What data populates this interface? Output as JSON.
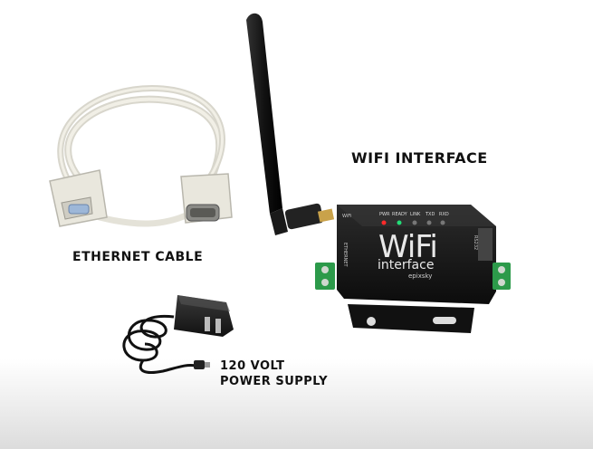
{
  "labels": {
    "wifi_interface": "WIFI INTERFACE",
    "ethernet_cable": "ETHERNET CABLE",
    "power_supply_line1": "120 VOLT",
    "power_supply_line2": "POWER SUPPLY"
  },
  "device": {
    "logo_main": "WiFi",
    "logo_sub": "interface",
    "brand": "epixsky",
    "leds": [
      "PWR",
      "READY",
      "LINK",
      "TXD",
      "RXD"
    ],
    "port_left": "ETHERNET",
    "port_right": "RS232",
    "antenna_tag": "WiFi"
  }
}
